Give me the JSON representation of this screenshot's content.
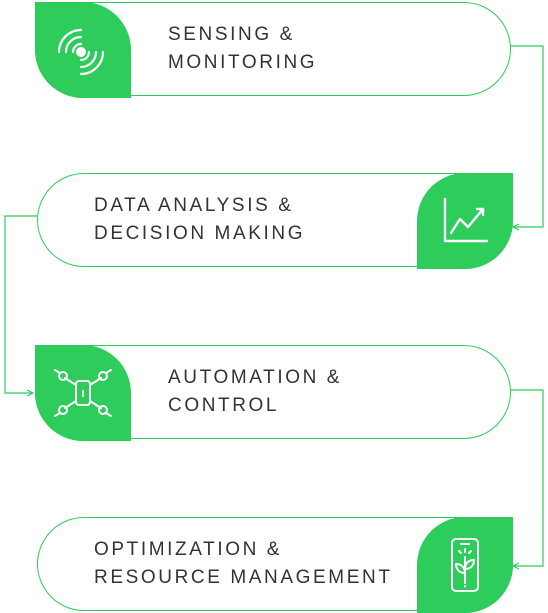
{
  "steps": [
    {
      "line1": "SENSING &",
      "line2": "MONITORING",
      "icon": "signal-sensor-icon"
    },
    {
      "line1": "DATA ANALYSIS &",
      "line2": "DECISION MAKING",
      "icon": "line-chart-icon"
    },
    {
      "line1": "AUTOMATION &",
      "line2": "CONTROL",
      "icon": "drone-icon"
    },
    {
      "line1": "OPTIMIZATION &",
      "line2": "RESOURCE MANAGEMENT",
      "icon": "smartphone-plant-icon"
    }
  ],
  "colors": {
    "accent": "#2ecc5b",
    "text": "#333333",
    "border": "#2ecc5b"
  }
}
